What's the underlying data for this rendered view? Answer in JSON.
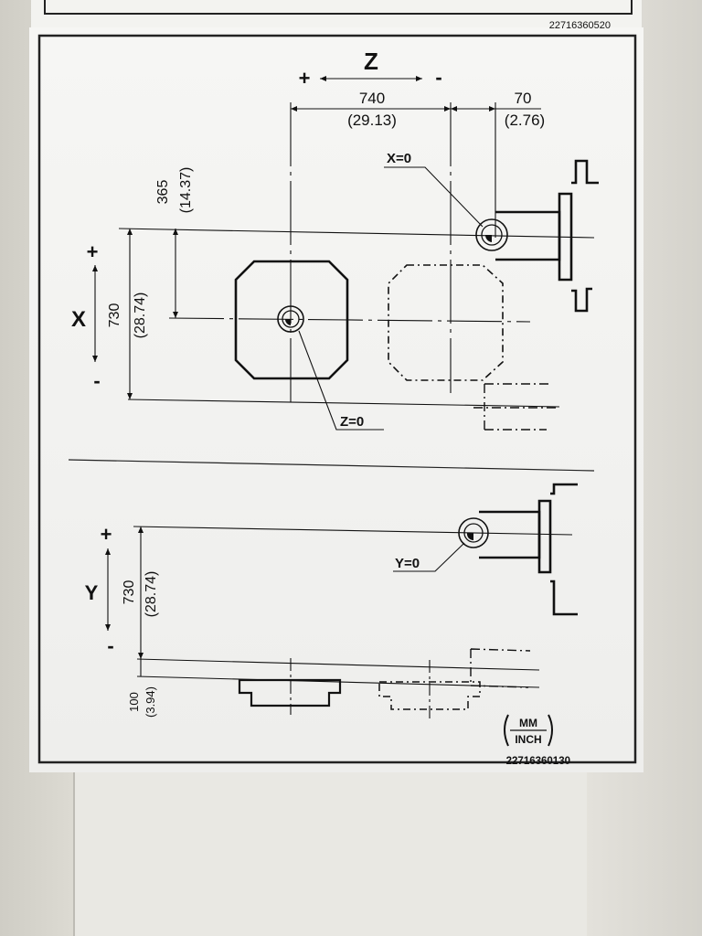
{
  "top_plate": {
    "part_number": "22716360520"
  },
  "plate": {
    "part_number": "22716360130",
    "unit_top": "MM",
    "unit_bottom": "INCH"
  },
  "xz_view": {
    "z_axis": {
      "label": "Z",
      "plus": "+",
      "minus": "-"
    },
    "x_axis": {
      "label": "X",
      "plus": "+",
      "minus": "-"
    },
    "dim_740": {
      "mm": "740",
      "inch": "(29.13)"
    },
    "dim_70": {
      "mm": "70",
      "inch": "(2.76)"
    },
    "dim_365": {
      "mm": "365",
      "inch": "(14.37)"
    },
    "dim_730": {
      "mm": "730",
      "inch": "(28.74)"
    },
    "x_zero": "X=0",
    "z_zero": "Z=0"
  },
  "y_view": {
    "y_axis": {
      "label": "Y",
      "plus": "+",
      "minus": "-"
    },
    "dim_730": {
      "mm": "730",
      "inch": "(28.74)"
    },
    "dim_100": {
      "mm": "100",
      "inch": "(3.94)"
    },
    "y_zero": "Y=0"
  }
}
